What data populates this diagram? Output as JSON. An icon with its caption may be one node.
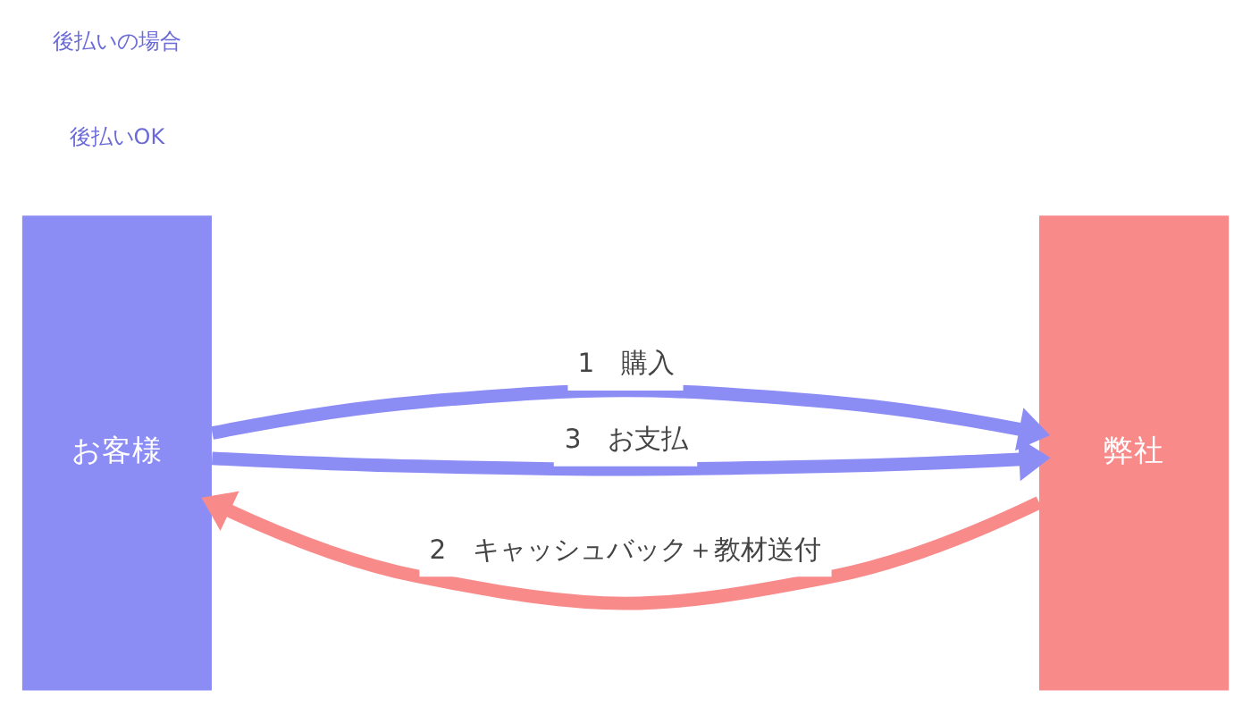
{
  "diagram": {
    "nodes": [
      {
        "text": [
          "お客様"
        ]
      },
      {
        "text": [
          "弊社"
        ]
      }
    ],
    "edges": [
      {
        "from": 0,
        "to": 1,
        "arrow": "to",
        "label": "1　購入"
      },
      {
        "from": 1,
        "to": 0,
        "arrow": "to",
        "label": "2　キャッシュバック＋教材送付",
        "color": "#f98a8a"
      },
      {
        "from": 0,
        "to": 1,
        "arrow": "to",
        "label": "3　お支払"
      }
    ],
    "labels": [
      "後払いOK",
      "後払いの場合"
    ]
  }
}
